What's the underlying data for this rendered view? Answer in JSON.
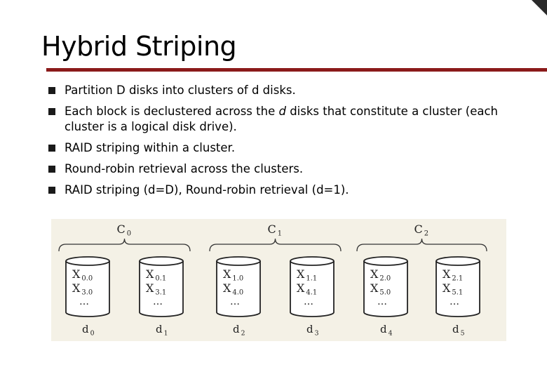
{
  "slide": {
    "title": "Hybrid Striping",
    "bullets": [
      {
        "text": "Partition D disks into clusters of d disks."
      },
      {
        "before": "Each block is declustered across the ",
        "italic": "d",
        "after": " disks that constitute a cluster (each cluster is a logical disk drive)."
      },
      {
        "text": "RAID striping within a cluster."
      },
      {
        "text": "Round-robin retrieval across the clusters."
      },
      {
        "text": "RAID striping (d=D), Round-robin retrieval (d=1)."
      }
    ]
  },
  "diagram": {
    "clusters": [
      {
        "base": "C",
        "sub": "0"
      },
      {
        "base": "C",
        "sub": "1"
      },
      {
        "base": "C",
        "sub": "2"
      }
    ],
    "disks": [
      {
        "rows": [
          {
            "base": "X",
            "sub": "0.0"
          },
          {
            "base": "X",
            "sub": "3.0"
          }
        ],
        "ellipsis": "…",
        "label_base": "d",
        "label_sub": "0"
      },
      {
        "rows": [
          {
            "base": "X",
            "sub": "0.1"
          },
          {
            "base": "X",
            "sub": "3.1"
          }
        ],
        "ellipsis": "…",
        "label_base": "d",
        "label_sub": "1"
      },
      {
        "rows": [
          {
            "base": "X",
            "sub": "1.0"
          },
          {
            "base": "X",
            "sub": "4.0"
          }
        ],
        "ellipsis": "…",
        "label_base": "d",
        "label_sub": "2"
      },
      {
        "rows": [
          {
            "base": "X",
            "sub": "1.1"
          },
          {
            "base": "X",
            "sub": "4.1"
          }
        ],
        "ellipsis": "…",
        "label_base": "d",
        "label_sub": "3"
      },
      {
        "rows": [
          {
            "base": "X",
            "sub": "2.0"
          },
          {
            "base": "X",
            "sub": "5.0"
          }
        ],
        "ellipsis": "…",
        "label_base": "d",
        "label_sub": "4"
      },
      {
        "rows": [
          {
            "base": "X",
            "sub": "2.1"
          },
          {
            "base": "X",
            "sub": "5.1"
          }
        ],
        "ellipsis": "…",
        "label_base": "d",
        "label_sub": "5"
      }
    ]
  }
}
